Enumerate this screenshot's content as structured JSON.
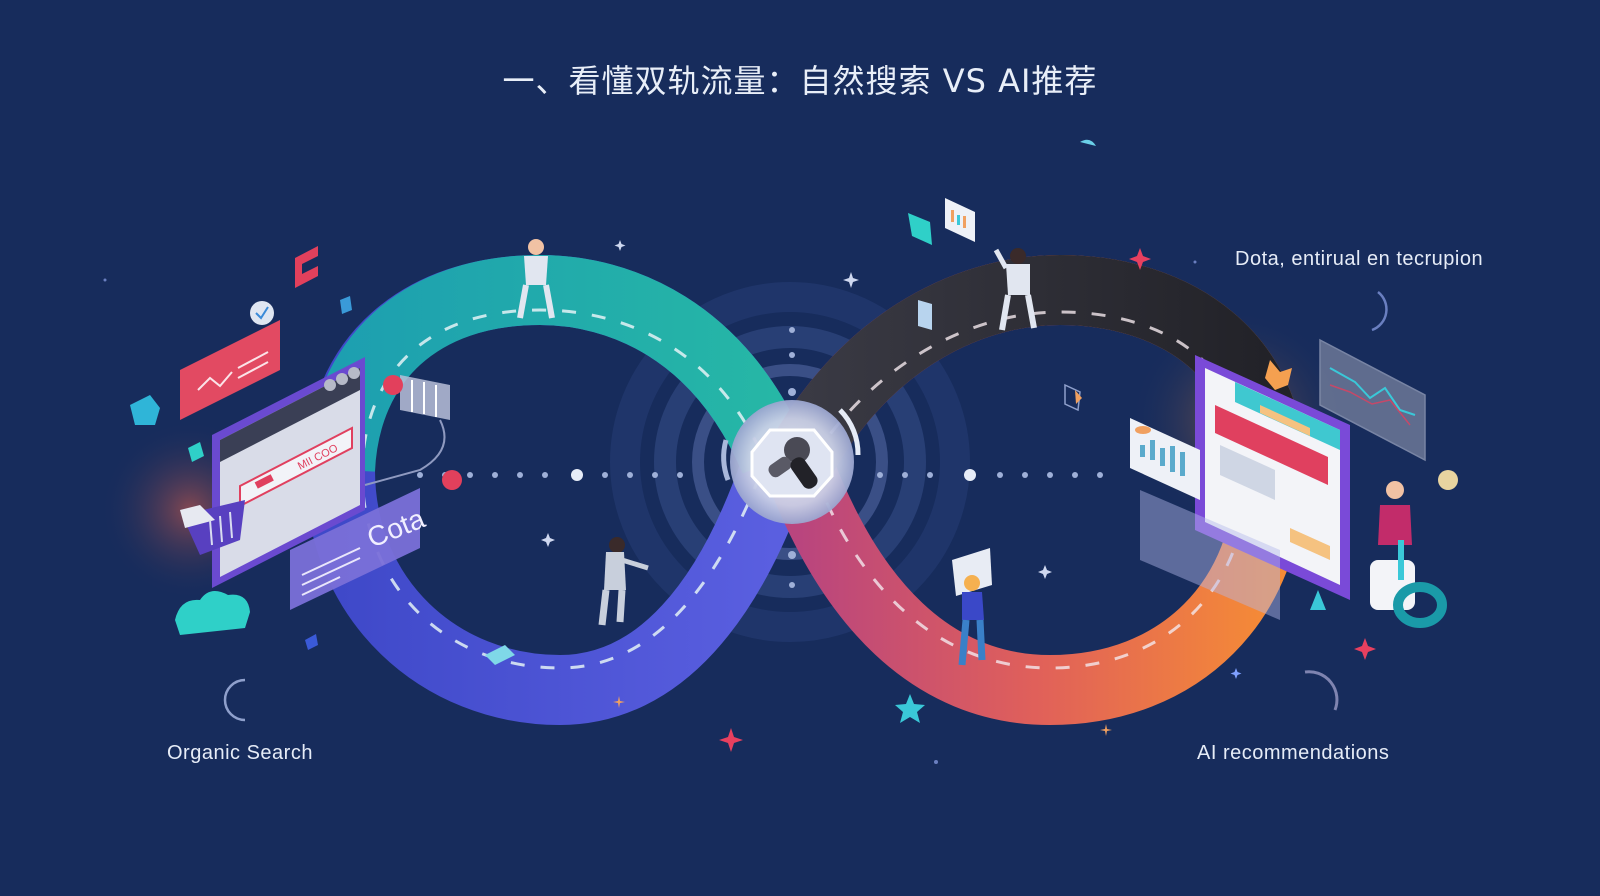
{
  "title": "一、看懂双轨流量：自然搜索 VS AI推荐",
  "labels": {
    "left_bottom": "Organic Search",
    "right_bottom": "AI recommendations",
    "right_top": "Dota, entirual en tecrupion"
  },
  "left_panel": {
    "card_text": "Cota",
    "browser_text": "MII COO"
  },
  "colors": {
    "background": "#172c5c",
    "teal_track": "#1fb5a8",
    "blue_track": "#4a4fd6",
    "dark_track": "#2b2b33",
    "orange_track": "#f08a3c",
    "pink_track": "#c94a78",
    "accent_red": "#e8405f",
    "title_text": "#e8eef8"
  },
  "icons": [
    "person-icon",
    "browser-window-icon",
    "chart-card-icon",
    "basket-icon",
    "cloud-icon",
    "star-icon",
    "sparkle-icon",
    "hub-icon",
    "clock-icon",
    "document-icon"
  ]
}
